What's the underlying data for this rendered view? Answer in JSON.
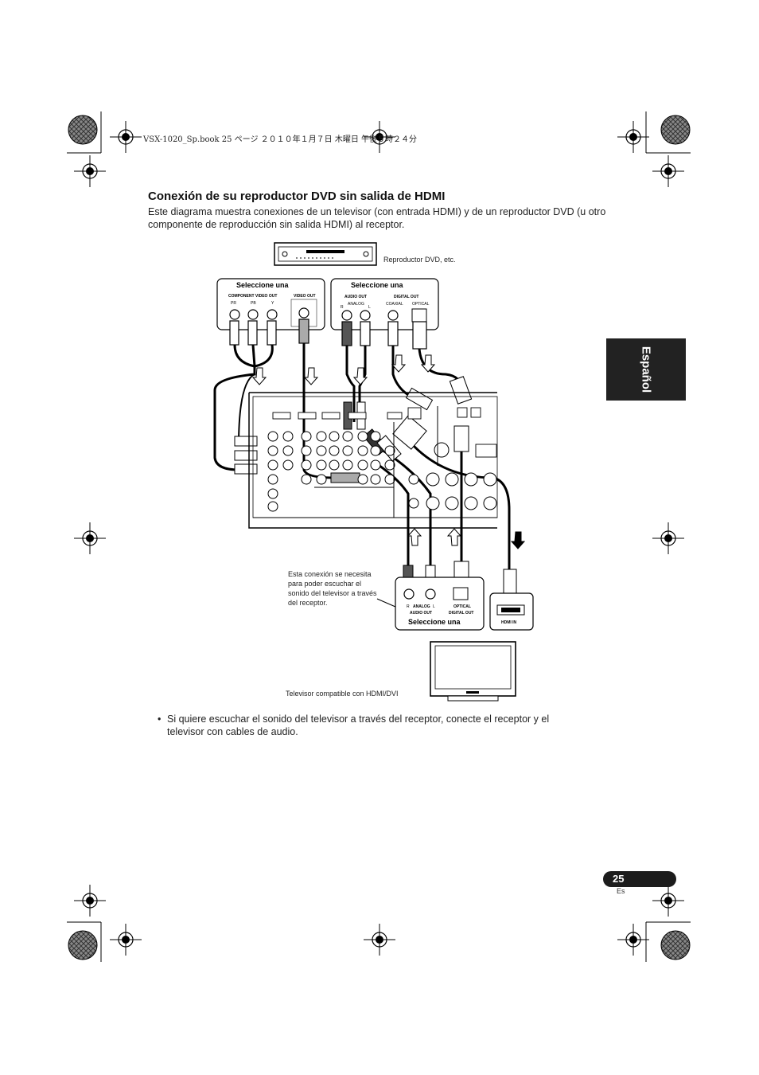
{
  "page_header": {
    "crop_line": "VSX-1020_Sp.book  25 ページ  ２０１０年１月７日  木曜日  午後５時２４分"
  },
  "section": {
    "title": "Conexión de su reproductor DVD sin salida de HDMI",
    "intro": "Este diagrama muestra conexiones de un televisor (con entrada HDMI) y de un reproductor DVD (u otro componente de reproducción sin salida HDMI) al receptor."
  },
  "side_tab": {
    "label": "Español"
  },
  "diagram": {
    "dvd_label": "Reproductor DVD, etc.",
    "select_one": "Seleccione una",
    "dvd_video_box": {
      "component_video_out": "COMPONENT VIDEO OUT",
      "pr": "PR",
      "pb": "PB",
      "y": "Y",
      "video_out": "VIDEO OUT"
    },
    "dvd_audio_box": {
      "audio_out": "AUDIO OUT",
      "analog": "ANALOG",
      "r": "R",
      "l": "L",
      "digital_out": "DIGITAL OUT",
      "coaxial": "COAXIAL",
      "optical": "OPTICAL"
    },
    "tv_audio_box": {
      "analog": "ANALOG",
      "r": "R",
      "l": "L",
      "audio_out": "AUDIO OUT",
      "optical": "OPTICAL",
      "digital_out": "DIGITAL OUT"
    },
    "tv_hdmi_box": {
      "hdmi_in": "HDMI  IN"
    },
    "note": "Esta conexión se necesita para poder escuchar el sonido del televisor a través del receptor.",
    "tv_label": "Televisor compatible con HDMI/DVI"
  },
  "bullet": "Si quiere escuchar el sonido del televisor a través del receptor, conecte el receptor y el televisor con cables de audio.",
  "footer": {
    "page_number": "25",
    "lang": "Es"
  }
}
